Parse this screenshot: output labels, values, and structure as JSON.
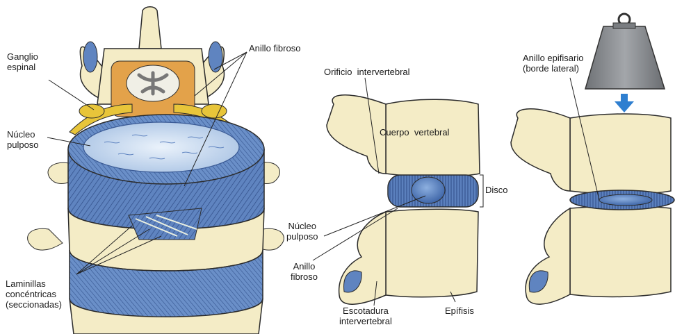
{
  "labels": {
    "ganglio_espinal": "Ganglio\nespinal",
    "anillo_fibroso_top": "Anillo fibroso",
    "nucleo_pulposo_left": "Núcleo\npulposo",
    "laminillas": "Laminillas\nconcéntricas\n(seccionadas)",
    "orificio_intervertebral": "Orificio  intervertebral",
    "cuerpo_vertebral": "Cuerpo  vertebral",
    "disco": "Disco",
    "nucleo_pulposo_mid": "Núcleo\npulposo",
    "anillo_fibroso_mid": "Anillo\nfibroso",
    "escotadura": "Escotadura\nintervertebral",
    "epifisis": "Epífisis",
    "anillo_epifisario": "Anillo epifisario\n(borde lateral)"
  },
  "colors": {
    "bone": "#f4ecc6",
    "bone_outline": "#2b2b2b",
    "disc_blue": "#5f84c0",
    "disc_dark": "#3a5a95",
    "nucleus": "#cfe0f2",
    "cord_orange": "#e3a24a",
    "nerve_yellow": "#e8c53a",
    "arrow_blue": "#2f7fd0",
    "weight_gray": "#8a8d92"
  },
  "icons": {
    "weight": "weight-icon",
    "arrow": "arrow-down-icon"
  }
}
